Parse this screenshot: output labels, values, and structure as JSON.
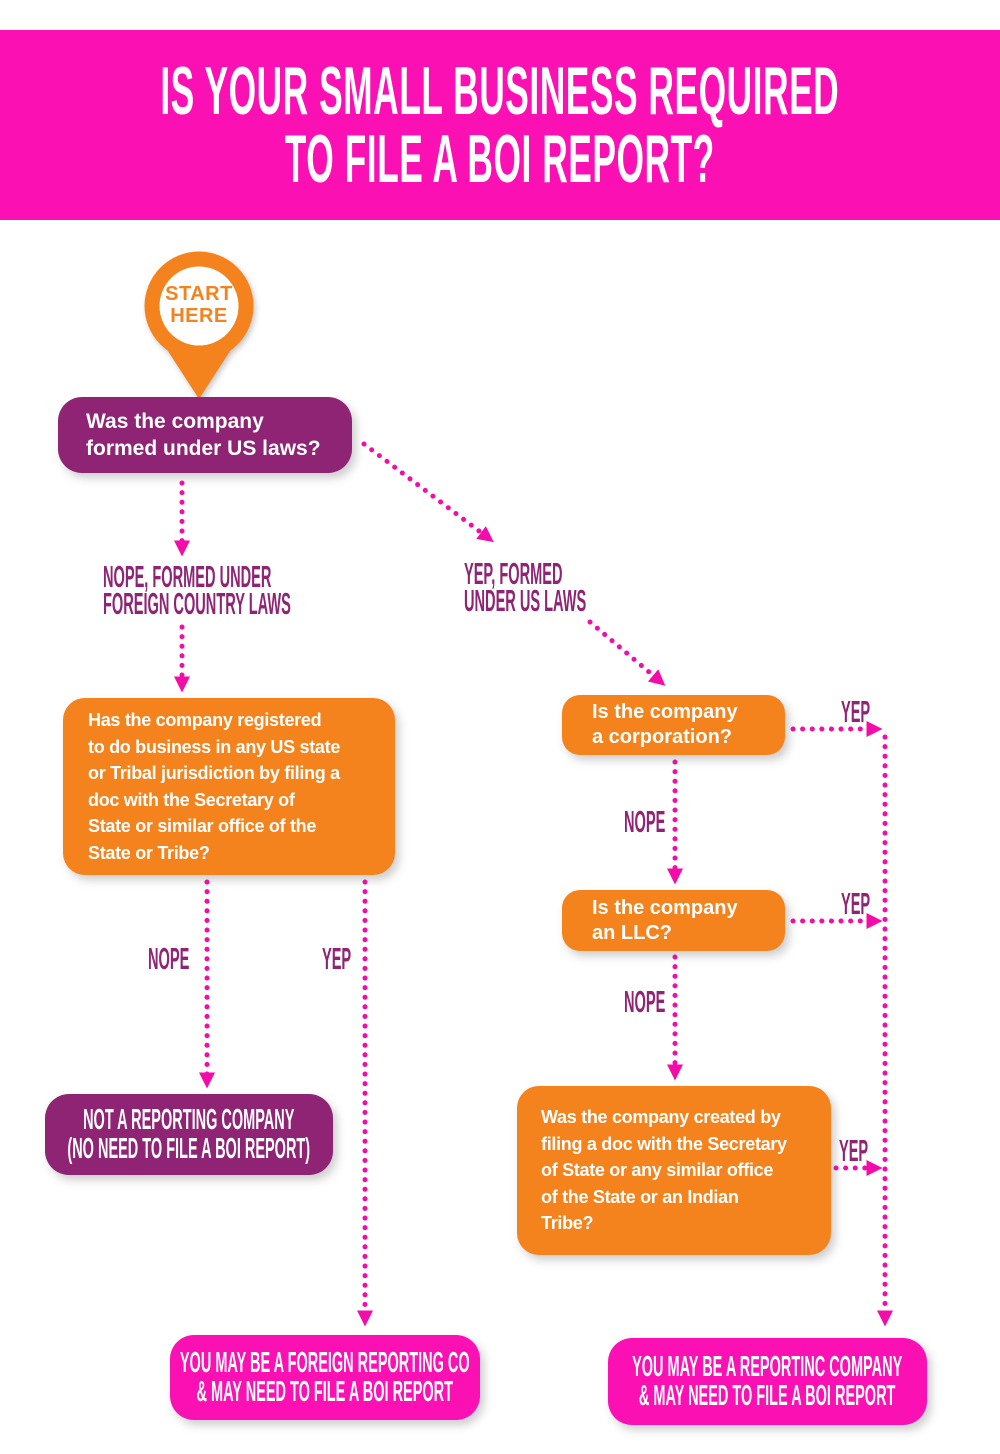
{
  "colors": {
    "pink": "#FB10B4",
    "orange": "#F5831D",
    "purple": "#8E2473",
    "arrow": "#F30CA8"
  },
  "header": {
    "title": "IS YOUR SMALL BUSINESS REQUIRED\nTO FILE A BOI REPORT?"
  },
  "start": {
    "label": "START\nHERE"
  },
  "questions": {
    "us_laws": "Was the company\nformed under US laws?",
    "registered": "Has the company registered\nto do business in any US state\nor Tribal jurisdiction by filing a\ndoc with the Secretary of\nState or similar office of the\nState or Tribe?",
    "corporation": "Is the company\na corporation?",
    "llc": "Is the company\nan LLC?",
    "created": "Was the company created by\nfiling a doc with the Secretary\nof State or any similar office\nof the State or an Indian\nTribe?"
  },
  "branch_labels": {
    "formed_nope": "NOPE, FORMED UNDER\nFOREIGN COUNTRY LAWS",
    "formed_yep": "YEP, FORMED\nUNDER US LAWS",
    "registered_nope": "NOPE",
    "registered_yep": "YEP",
    "corporation_nope": "NOPE",
    "corporation_yep": "YEP",
    "llc_nope": "NOPE",
    "llc_yep": "YEP",
    "created_yep": "YEP"
  },
  "results": {
    "not_reporting": "NOT A REPORTING COMPANY\n(NO NEED TO FILE A BOI REPORT)",
    "foreign_reporting": "YOU MAY BE A FOREIGN REPORTING CO\n& MAY NEED TO FILE A BOI REPORT",
    "reporting": "YOU MAY BE A REPORTINC COMPANY\n& MAY NEED TO FILE A BOI REPORT"
  }
}
